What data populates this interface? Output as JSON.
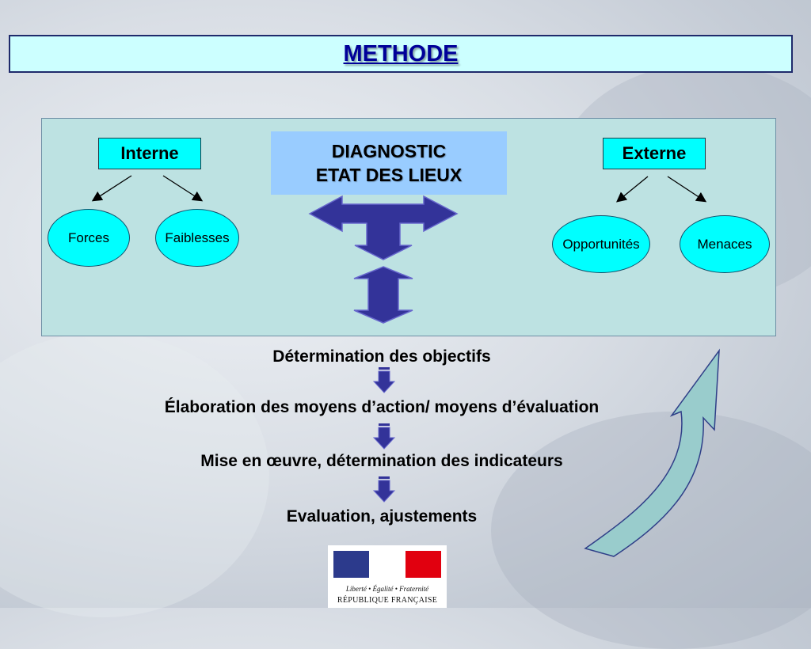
{
  "title": "METHODE",
  "diagnostic": {
    "line1": "DIAGNOSTIC",
    "line2": "ETAT DES LIEUX"
  },
  "internal": {
    "label": "Interne",
    "items": [
      "Forces",
      "Faiblesses"
    ]
  },
  "external": {
    "label": "Externe",
    "items": [
      "Opportunités",
      "Menaces"
    ]
  },
  "steps": [
    "Détermination des objectifs",
    "Élaboration des moyens d’action/ moyens d’évaluation",
    "Mise en œuvre, détermination des indicateurs",
    "Evaluation, ajustements"
  ],
  "logo": {
    "motto": "Liberté • Égalité • Fraternité",
    "name": "RÉPUBLIQUE FRANÇAISE",
    "colors": [
      "#2c3a8c",
      "#ffffff",
      "#e1000f"
    ]
  },
  "colors": {
    "title_bg": "#ccffff",
    "title_text": "#000099",
    "panel_bg": "#bde2e2",
    "box_bg": "#00ffff",
    "diagnostic_bg": "#99ccff",
    "arrow_fill": "#333399",
    "curved_arrow_fill": "#99cccc"
  }
}
